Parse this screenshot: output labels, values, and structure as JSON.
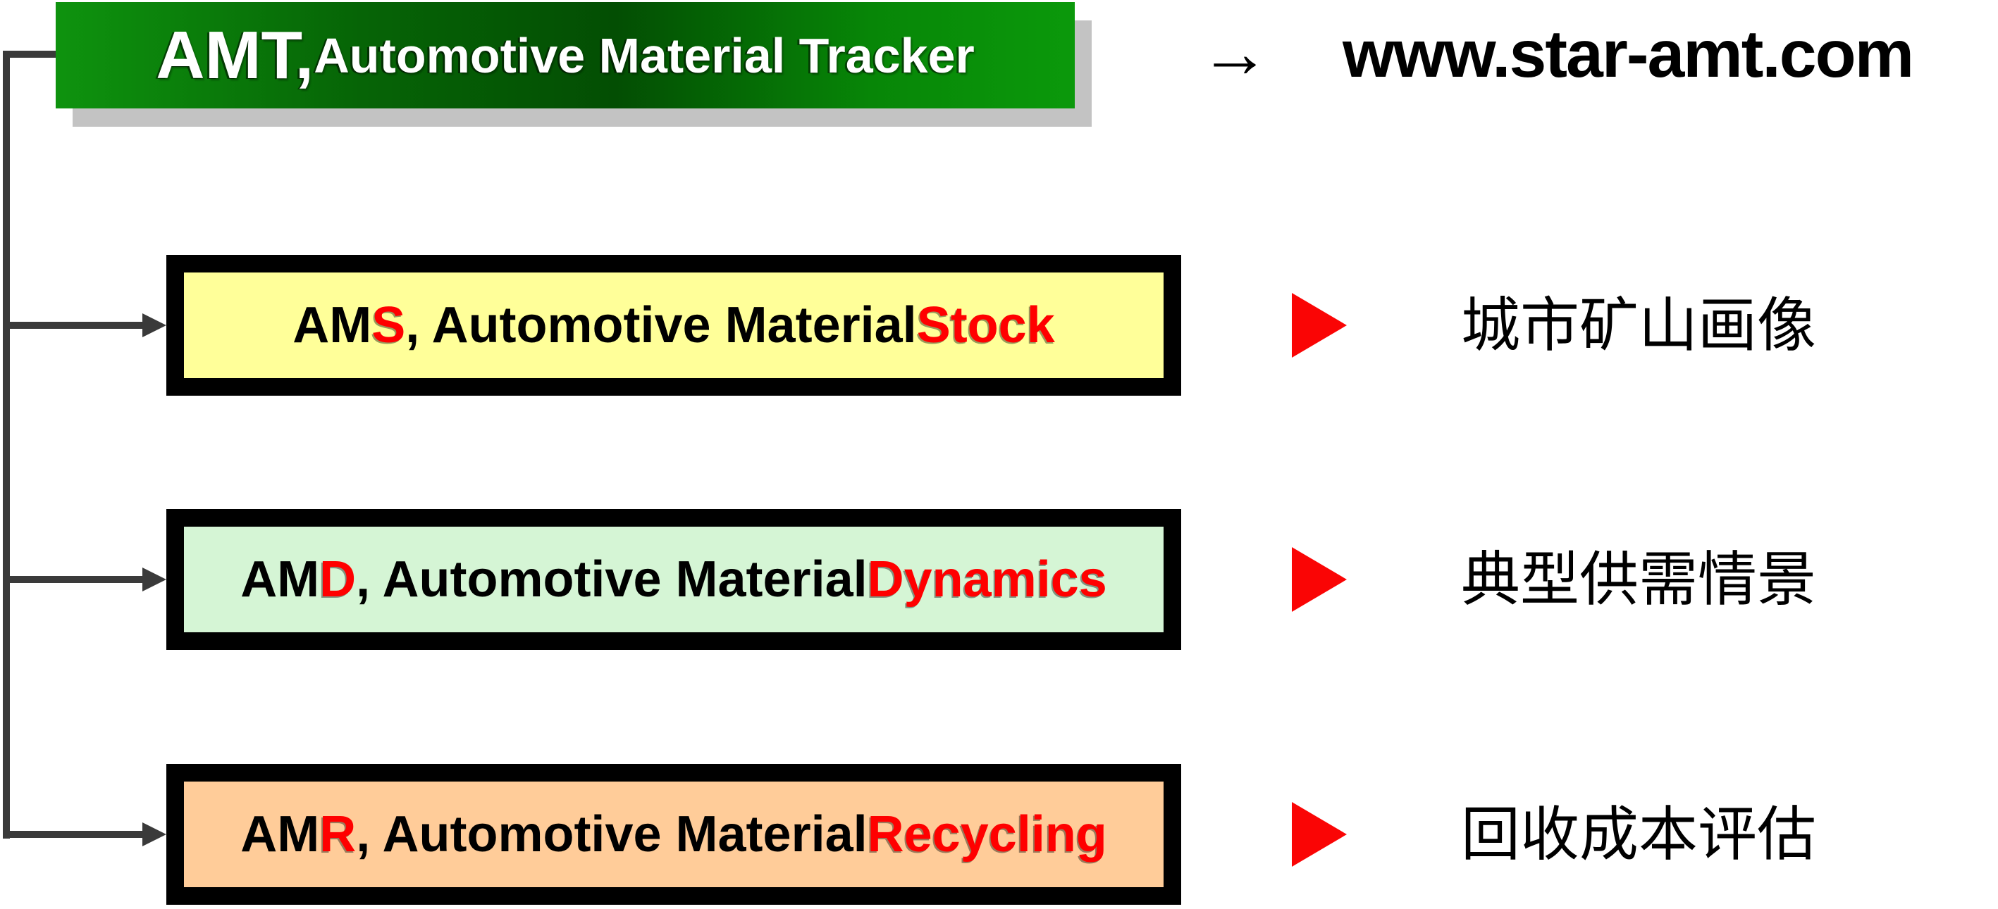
{
  "header": {
    "title_main": "AMT,",
    "title_rest": " Automotive Material Tracker",
    "arrow_glyph": "→",
    "url": "www.star-amt.com"
  },
  "modules": [
    {
      "prefix": "AM",
      "letter": "S",
      "middle": ", Automotive Material ",
      "keyword": "Stock",
      "label_zh": "城市矿山画像",
      "fill": "#ffff99"
    },
    {
      "prefix": "AM",
      "letter": "D",
      "middle": ", Automotive Material ",
      "keyword": "Dynamics",
      "label_zh": "典型供需情景",
      "fill": "#d5f5d5"
    },
    {
      "prefix": "AM",
      "letter": "R",
      "middle": ", Automotive Material ",
      "keyword": "Recycling",
      "label_zh": "回收成本评估",
      "fill": "#ffcc99"
    }
  ],
  "colors": {
    "banner_green_light": "#0e930e",
    "banner_green_dark": "#034e03",
    "banner_shadow_gray": "#c3c3c3",
    "connector_gray": "#3a3a3a",
    "box_border_black": "#000000",
    "accent_red": "#ff0000",
    "triangle_red": "#fa0505",
    "text_white": "#ffffff",
    "text_black": "#000000"
  }
}
